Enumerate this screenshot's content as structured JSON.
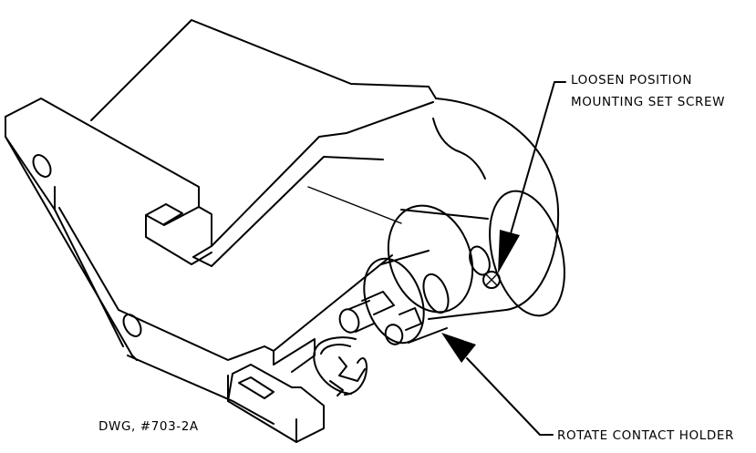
{
  "drawing": {
    "number": "DWG, #703-2A",
    "callouts": {
      "set_screw_line1": "LOOSEN POSITION",
      "set_screw_line2": "MOUNTING SET SCREW",
      "contact_holder": "ROTATE CONTACT HOLDER"
    }
  }
}
